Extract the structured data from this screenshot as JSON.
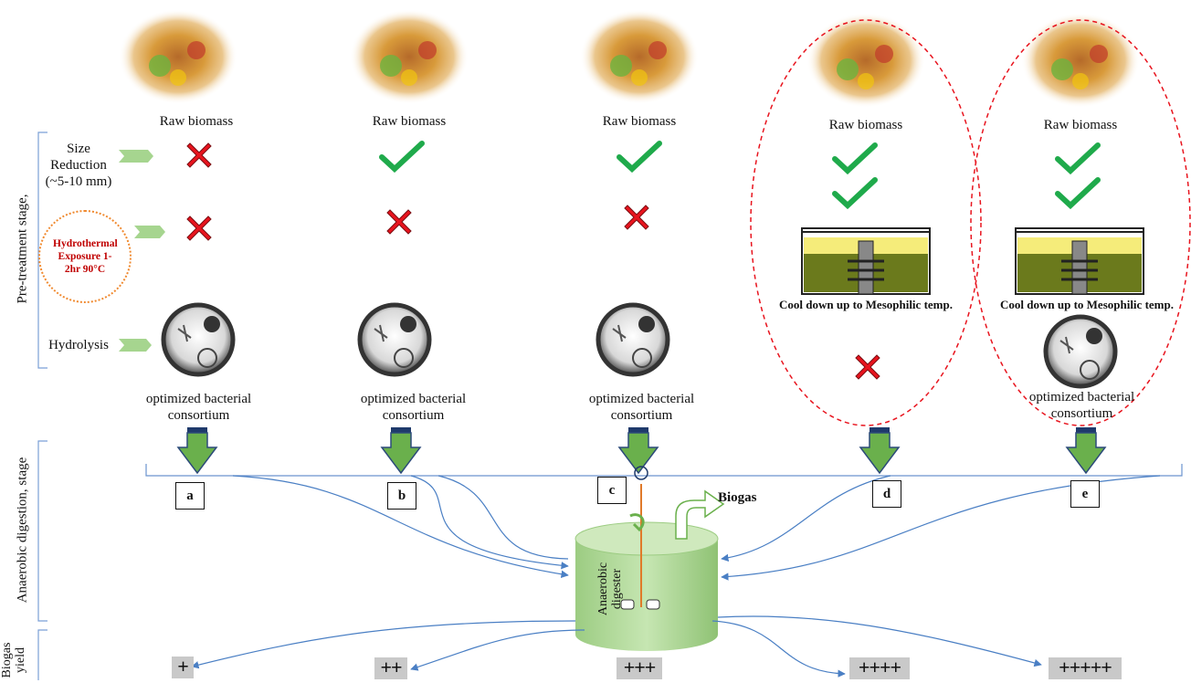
{
  "columns": [
    {
      "id": "a",
      "raw": "Raw biomass",
      "size": "cross",
      "hydro": "cross",
      "hydrolysis": "microbe",
      "hyd_label": "optimized bacterial consortium",
      "yield": "+"
    },
    {
      "id": "b",
      "raw": "Raw biomass",
      "size": "check",
      "hydro": "cross",
      "hydrolysis": "microbe",
      "hyd_label": "optimized bacterial consortium",
      "yield": "++"
    },
    {
      "id": "c",
      "raw": "Raw biomass",
      "size": "check",
      "hydro": "cross",
      "hydrolysis": "microbe",
      "hyd_label": "optimized bacterial consortium",
      "yield": "+++"
    },
    {
      "id": "d",
      "raw": "Raw biomass",
      "size": "check",
      "hydro": "check",
      "hydrolysis": "cross",
      "cool": "Cool down up to Mesophilic temp.",
      "yield": "++++"
    },
    {
      "id": "e",
      "raw": "Raw biomass",
      "size": "check",
      "hydro": "check",
      "hydrolysis": "microbe",
      "cool": "Cool down up to Mesophilic temp.",
      "hyd_label": "optimized bacterial consortium",
      "yield": "+++++"
    }
  ],
  "stages": {
    "pretreatment": "Pre-treatment stage,",
    "digestion": "Anaerobic digestion, stage",
    "yield": "Biogas yield"
  },
  "rows": {
    "size": "Size Reduction (~5-10 mm)",
    "hydrothermal": "Hydrothermal Exposure 1-2hr 90°C",
    "hydrolysis": "Hydrolysis"
  },
  "digester": {
    "label": "Anaerobic digester",
    "output": "Biogas"
  },
  "colors": {
    "check": "#1faa4b",
    "cross": "#e8141e",
    "arrow": "#6ab04c",
    "line": "#4a7fc4",
    "digester": "#b7dca2",
    "dashed": "#e8141e"
  }
}
